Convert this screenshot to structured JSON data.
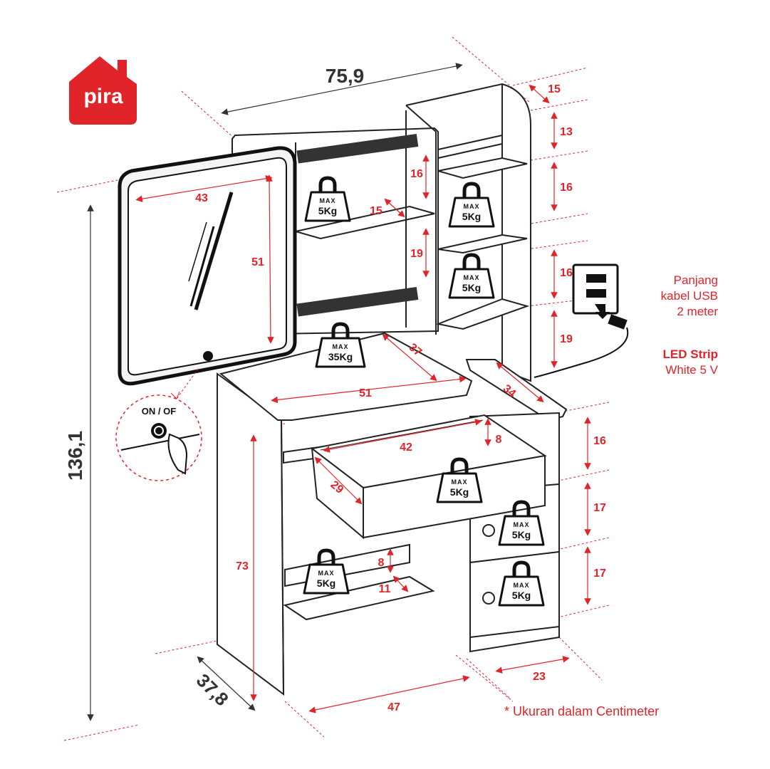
{
  "brand": {
    "logo_text": "pira",
    "color": "#e0242a"
  },
  "colors": {
    "accent_red": "#e0242a",
    "line_dark": "#222222",
    "dim_dark": "#333333"
  },
  "dimensions_dark": {
    "total_width": "75,9",
    "total_height": "136,1",
    "depth": "37,8"
  },
  "dimensions_red": {
    "mirror_width": "43",
    "mirror_height": "51",
    "side_depth_top": "15",
    "side_13": "13",
    "side_16a": "16",
    "side_16b": "16",
    "side_19": "19",
    "inner_16": "16",
    "inner_15": "15",
    "inner_19": "19",
    "tabletop_depth": "37",
    "tabletop_width": "51",
    "tabletop_right_depth": "34",
    "drawer_width": "42",
    "drawer_height": "8",
    "drawer_depth": "29",
    "right_16": "16",
    "right_17a": "17",
    "right_17b": "17",
    "leg_height": "73",
    "shelf_8": "8",
    "shelf_11": "11",
    "bottom_width": "47",
    "bottom_right": "23"
  },
  "weights": [
    {
      "max": "MAX",
      "value": "5Kg"
    },
    {
      "max": "MAX",
      "value": "5Kg"
    },
    {
      "max": "MAX",
      "value": "5Kg"
    },
    {
      "max": "MAX",
      "value": "35Kg"
    },
    {
      "max": "MAX",
      "value": "5Kg"
    },
    {
      "max": "MAX",
      "value": "5Kg"
    },
    {
      "max": "MAX",
      "value": "5Kg"
    },
    {
      "max": "MAX",
      "value": "5Kg"
    }
  ],
  "switch_label": "ON / OF",
  "usb_note": {
    "line1": "Panjang",
    "line2": "kabel USB",
    "line3": "2 meter"
  },
  "led_note": {
    "title": "LED Strip",
    "subtitle": "White 5 V"
  },
  "footnote": "* Ukuran dalam Centimeter"
}
